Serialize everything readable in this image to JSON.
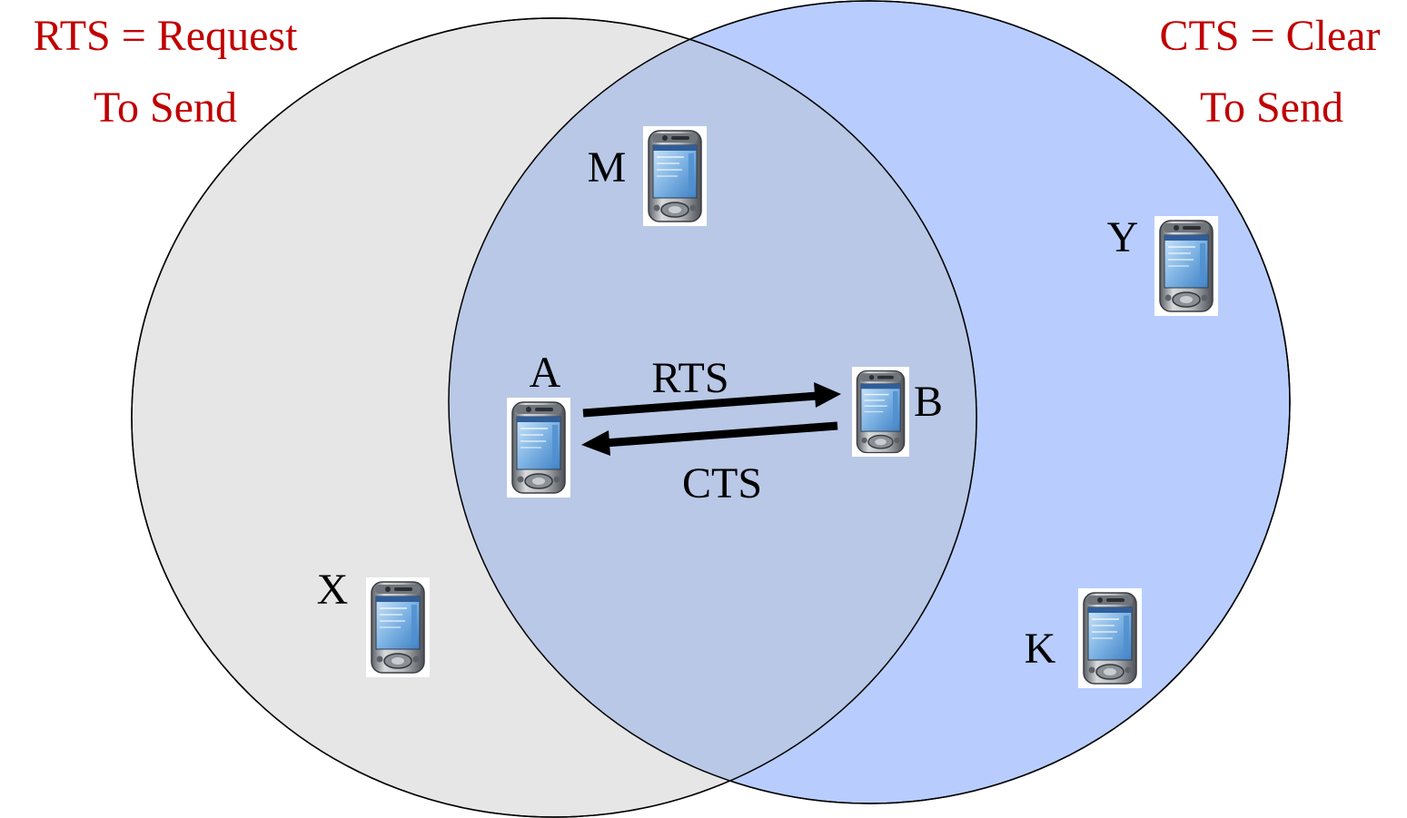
{
  "labels": {
    "rts_title_line1": "RTS = Request",
    "rts_title_line2": "To Send",
    "cts_title_line1": "CTS = Clear",
    "cts_title_line2": "To Send",
    "rts_arrow": "RTS",
    "cts_arrow": "CTS"
  },
  "nodes": {
    "m": "M",
    "y": "Y",
    "a": "A",
    "b": "B",
    "x": "X",
    "k": "K"
  },
  "colors": {
    "left_circle_fill": "#e6e6e6",
    "right_circle_fill": "#b8cdfd",
    "title_text": "#c00000",
    "label_text": "#000000"
  },
  "icons": {
    "device": "pda-icon"
  }
}
